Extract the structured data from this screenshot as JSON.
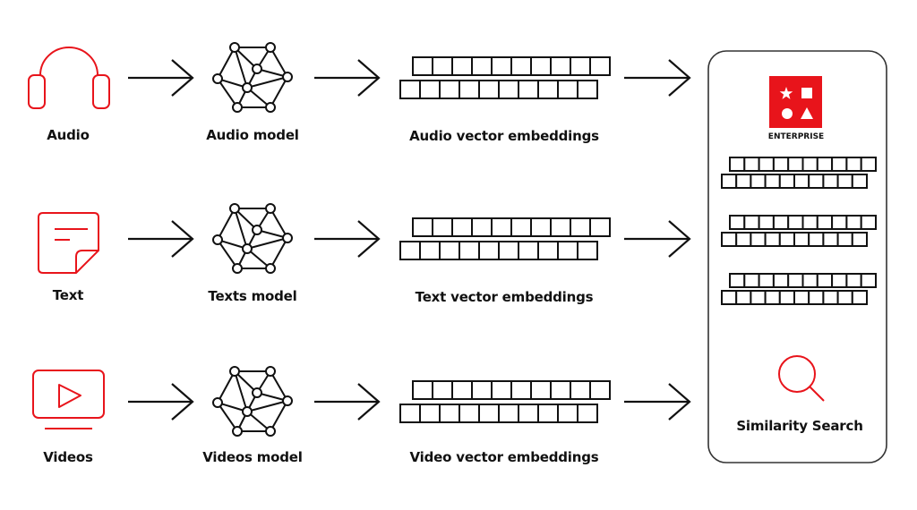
{
  "colors": {
    "accent": "#e8141b",
    "stroke": "#111111",
    "background": "#ffffff"
  },
  "rows": [
    {
      "input": {
        "label": "Audio",
        "icon": "headphones-icon"
      },
      "model": {
        "label": "Audio model",
        "icon": "neural-network-icon"
      },
      "embeddings": {
        "label": "Audio vector embeddings",
        "cells_per_row": 10,
        "rows": 2
      }
    },
    {
      "input": {
        "label": "Text",
        "icon": "document-icon"
      },
      "model": {
        "label": "Texts model",
        "icon": "neural-network-icon"
      },
      "embeddings": {
        "label": "Text vector embeddings",
        "cells_per_row": 10,
        "rows": 2
      }
    },
    {
      "input": {
        "label": "Videos",
        "icon": "video-player-icon"
      },
      "model": {
        "label": "Videos model",
        "icon": "neural-network-icon"
      },
      "embeddings": {
        "label": "Video vector embeddings",
        "cells_per_row": 10,
        "rows": 2
      }
    }
  ],
  "database": {
    "logo_label": "ENTERPRISE",
    "logo_icon": "enterprise-logo-icon",
    "logo_shapes": [
      "star",
      "square",
      "circle",
      "triangle"
    ],
    "stored_vector_groups": 3,
    "cells_per_row": 10,
    "search_icon": "magnifier-icon",
    "search_label": "Similarity Search"
  },
  "arrows": {
    "per_row": 3
  }
}
